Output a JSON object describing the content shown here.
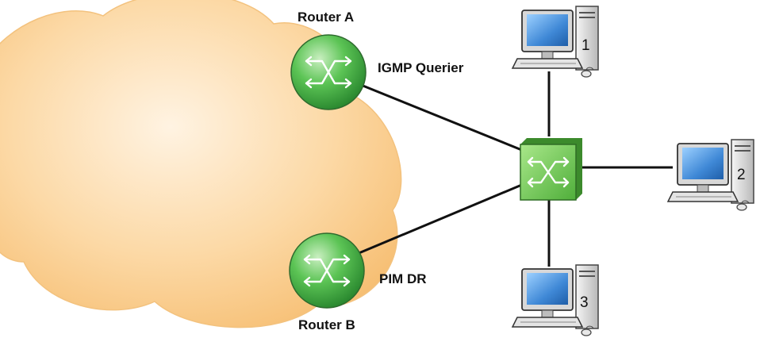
{
  "routers": [
    {
      "id": "router-a",
      "name": "Router A",
      "role": "IGMP Querier"
    },
    {
      "id": "router-b",
      "name": "Router B",
      "role": "PIM DR"
    }
  ],
  "hosts": [
    {
      "id": "host-1",
      "label": "1"
    },
    {
      "id": "host-2",
      "label": "2"
    },
    {
      "id": "host-3",
      "label": "3"
    }
  ],
  "connections": [
    [
      "router-a",
      "switch"
    ],
    [
      "router-b",
      "switch"
    ],
    [
      "switch",
      "host-1"
    ],
    [
      "switch",
      "host-2"
    ],
    [
      "switch",
      "host-3"
    ]
  ],
  "colors": {
    "cloud": "#fbcc8b",
    "router_fill": "#3fae3f",
    "switch_fill": "#7fd05a",
    "link": "#111111",
    "screen": "#2f77c8"
  },
  "icons": {
    "router": "router-icon",
    "switch": "switch-icon",
    "host": "desktop-computer-icon",
    "network": "cloud-icon"
  }
}
